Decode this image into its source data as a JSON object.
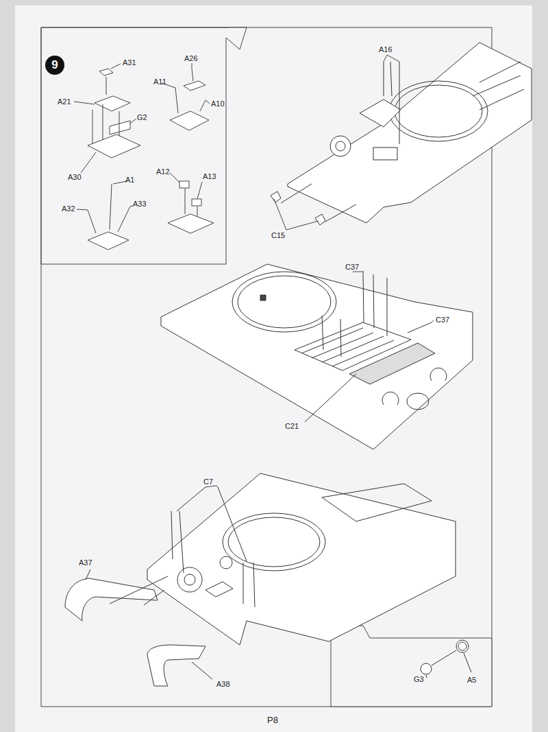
{
  "diagram": {
    "nodes": [
      {
        "text": [
          "9"
        ]
      }
    ],
    "labels": [
      "A31",
      "A26",
      "A21",
      "A11",
      "A10",
      "G2",
      "A30",
      "A1",
      "A12",
      "A13",
      "A32",
      "A33",
      "A16",
      "C15",
      "C37",
      "C37",
      "C21",
      "C7",
      "A37",
      "A38",
      "G3",
      "A5",
      "P8"
    ]
  }
}
